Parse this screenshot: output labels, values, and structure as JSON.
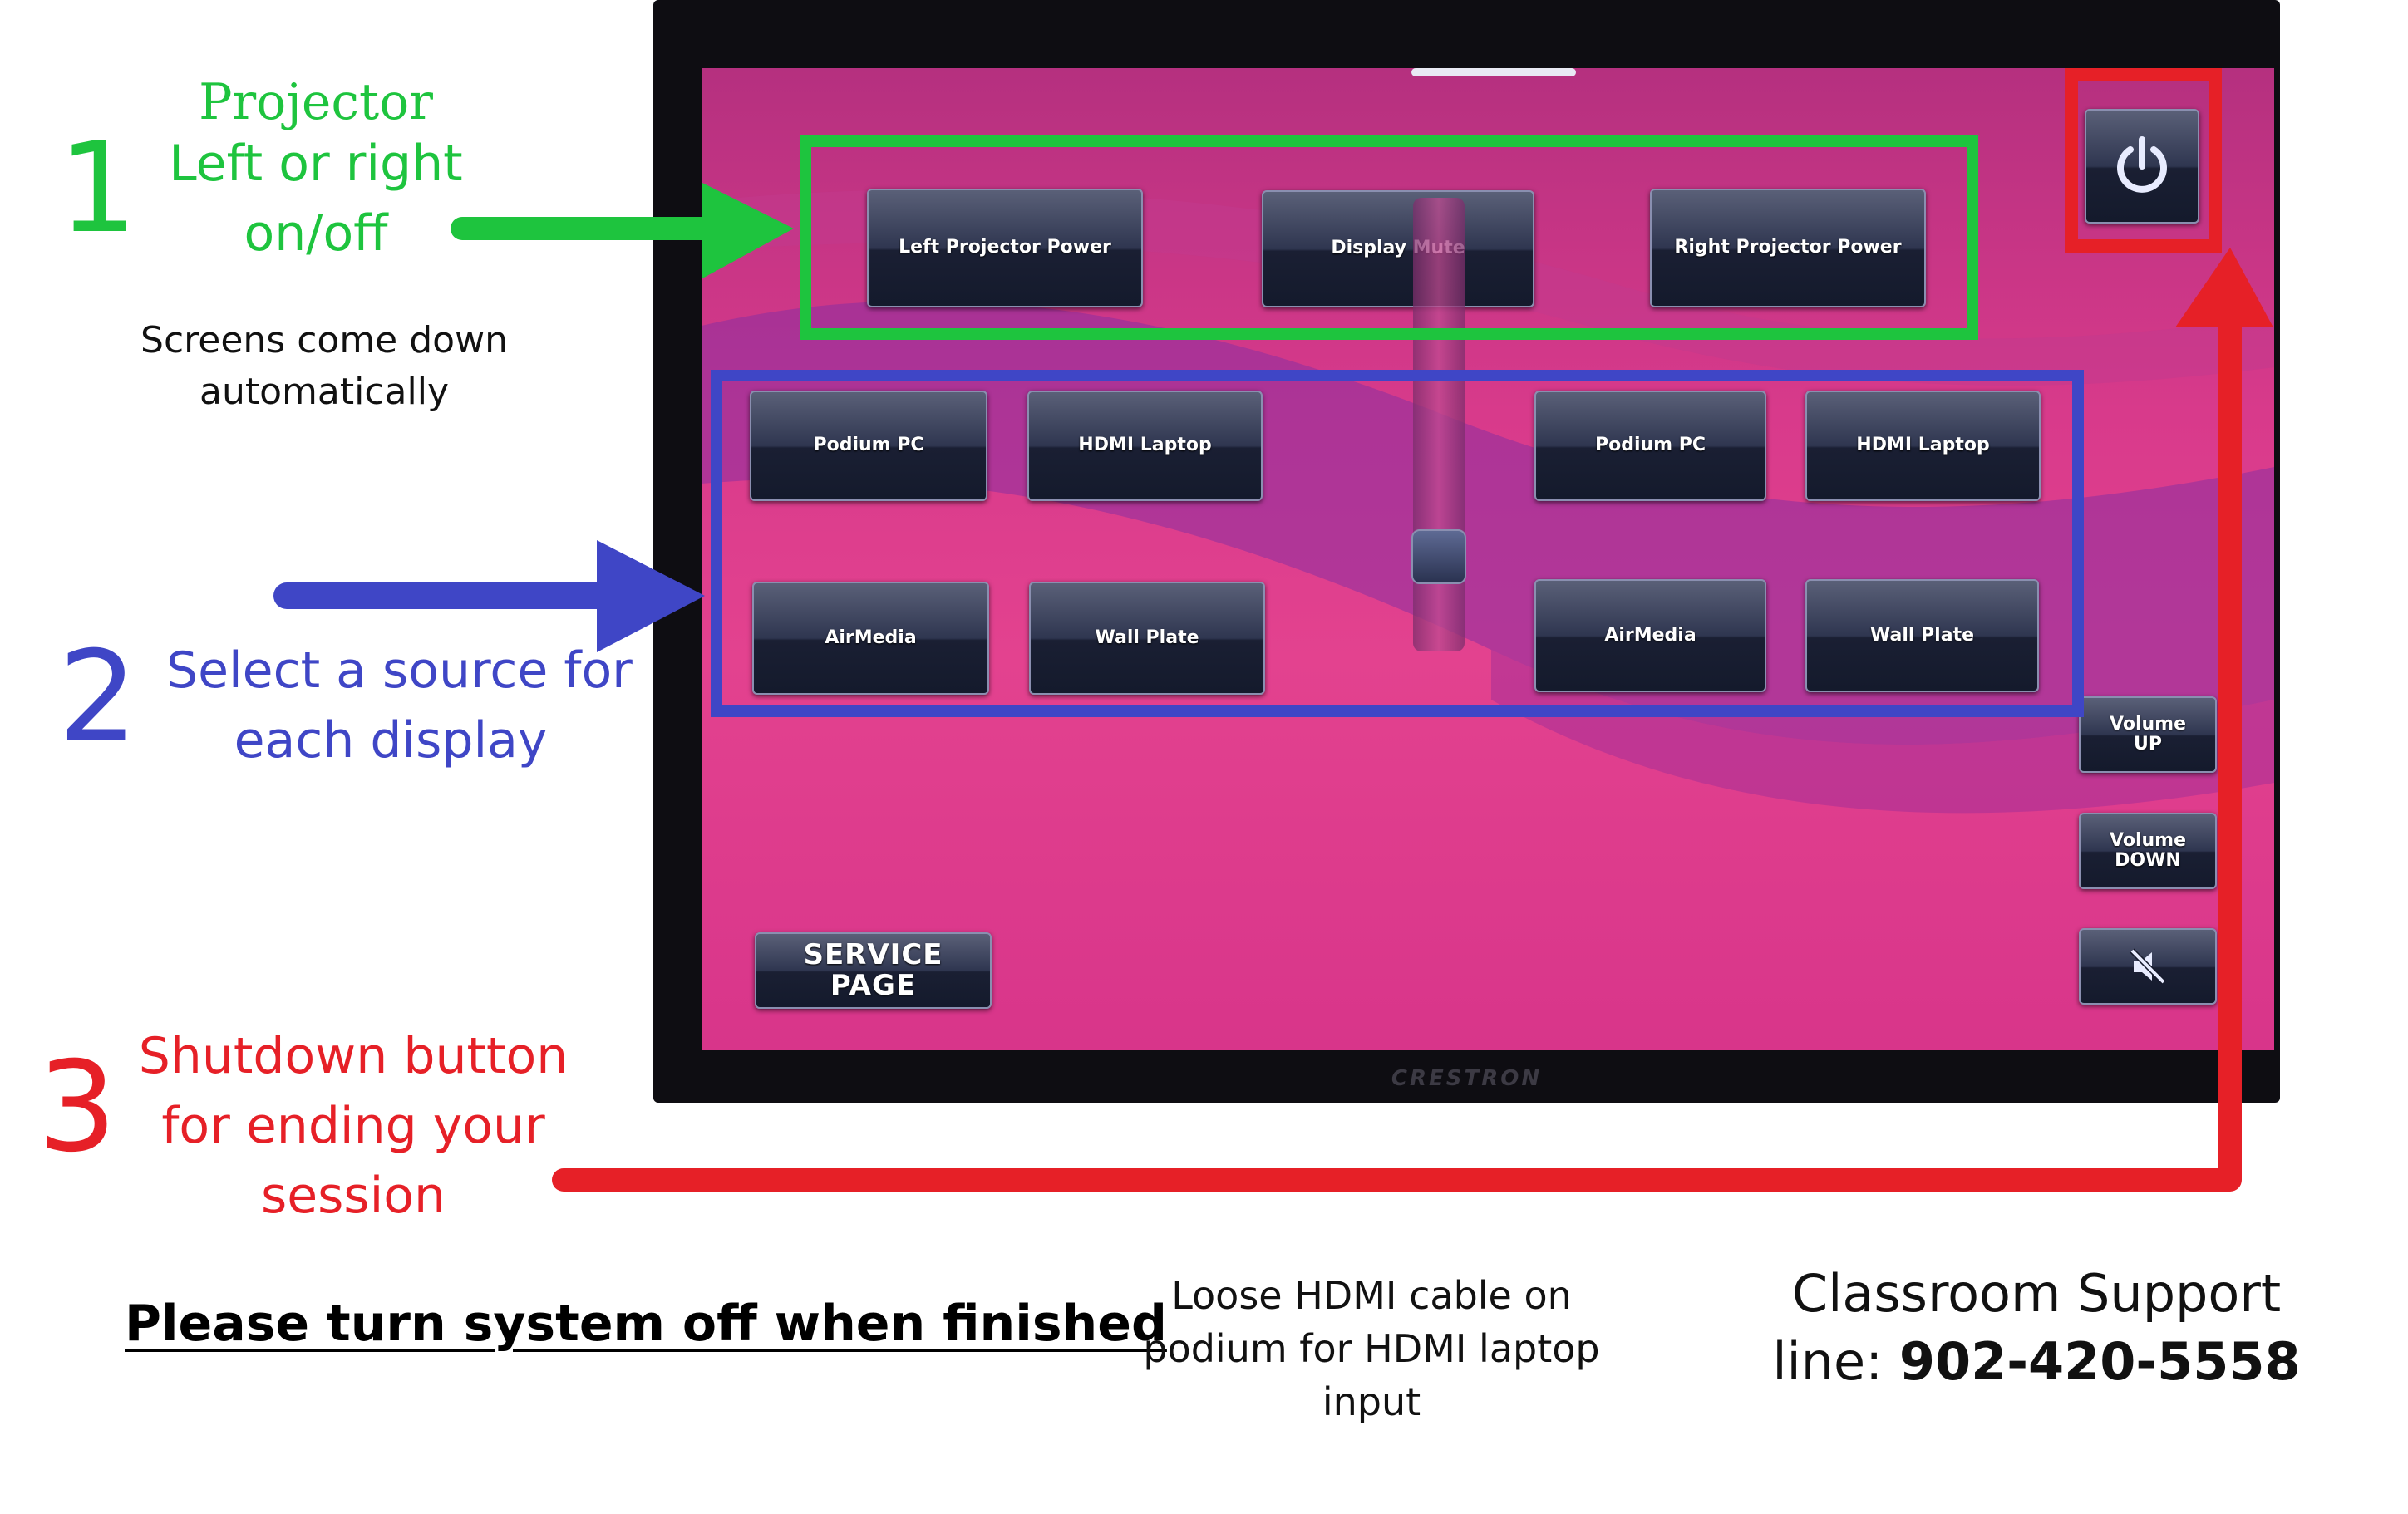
{
  "annotations": {
    "step1": {
      "number": "1",
      "title": "Projector",
      "line1": "Left or right",
      "line2": "on/off",
      "note_line1": "Screens come down",
      "note_line2": "automatically",
      "color": "#1ec43e"
    },
    "step2": {
      "number": "2",
      "line1": "Select a source for",
      "line2": "each display",
      "color": "#3f46c6"
    },
    "step3": {
      "number": "3",
      "line1": "Shutdown button",
      "line2": "for ending your",
      "line3": "session",
      "color": "#e62027"
    },
    "footer": {
      "turn_off": "Please turn system off when finished",
      "hdmi_line1": "Loose HDMI cable on",
      "hdmi_line2": "podium for HDMI laptop",
      "hdmi_line3": "input",
      "support_line1": "Classroom Support",
      "support_prefix": "line: ",
      "support_number": "902-420-5558"
    }
  },
  "panel": {
    "brand": "CRESTRON",
    "projector_buttons": {
      "left": "Left Projector Power",
      "mute": "Display Mute",
      "right": "Right Projector Power"
    },
    "left_sources": [
      "Podium PC",
      "HDMI Laptop",
      "AirMedia",
      "Wall Plate"
    ],
    "right_sources": [
      "Podium PC",
      "HDMI Laptop",
      "AirMedia",
      "Wall Plate"
    ],
    "service_line1": "SERVICE",
    "service_line2": "PAGE",
    "volume_up_line1": "Volume",
    "volume_up_line2": "UP",
    "volume_down_line1": "Volume",
    "volume_down_line2": "DOWN",
    "icons": {
      "power": "power-icon",
      "mute": "speaker-muted-icon"
    }
  }
}
